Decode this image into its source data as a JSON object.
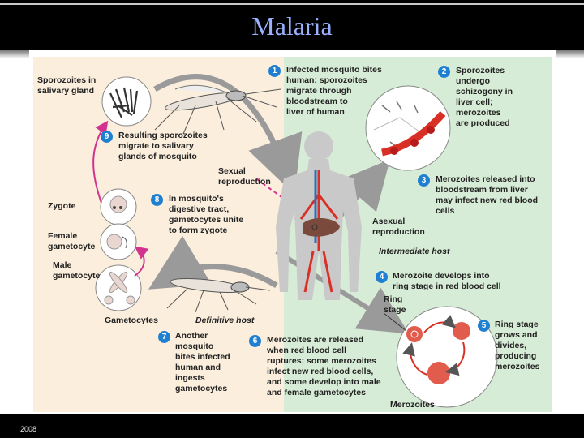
{
  "slide": {
    "title": "Malaria",
    "footer_year": "2008"
  },
  "colors": {
    "title_text": "#9ab0ff",
    "left_bg": "#fbeedd",
    "right_bg": "#d7ecd6",
    "step_badge": "#1f7fd0",
    "arrow_pink": "#d2338f",
    "arrow_gray": "#9a9a9a",
    "blood_red": "#d93025"
  },
  "labels": {
    "sporozoites_gland": "Sporozoites in\nsalivary gland",
    "zygote": "Zygote",
    "female_gametocyte": "Female\ngametocyte",
    "male_gametocyte": "Male\ngametocyte",
    "gametocytes": "Gametocytes",
    "sexual_reproduction": "Sexual\nreproduction",
    "definitive_host": "Definitive host",
    "asexual_reproduction": "Asexual\nreproduction",
    "intermediate_host": "Intermediate host",
    "ring_stage": "Ring\nstage",
    "merozoites": "Merozoites"
  },
  "steps": [
    {
      "number": "1",
      "text": "Infected mosquito bites\nhuman; sporozoites\nmigrate through\nbloodstream to\nliver of human"
    },
    {
      "number": "2",
      "text": "Sporozoites\nundergo\nschizogony in\nliver cell;\nmerozoites\nare produced"
    },
    {
      "number": "3",
      "text": "Merozoites released into\nbloodstream from liver\nmay infect new red blood\ncells"
    },
    {
      "number": "4",
      "text": "Merozoite develops into\nring stage in red blood cell"
    },
    {
      "number": "5",
      "text": "Ring stage\ngrows and\ndivides,\nproducing\nmerozoites"
    },
    {
      "number": "6",
      "text": "Merozoites are released\nwhen red blood cell\nruptures; some merozoites\ninfect new red blood cells,\nand some develop into male\nand female gametocytes"
    },
    {
      "number": "7",
      "text": "Another\nmosquito\nbites infected\nhuman and\ningests\ngametocytes"
    },
    {
      "number": "8",
      "text": "In mosquito's\ndigestive tract,\ngametocytes unite\nto form zygote"
    },
    {
      "number": "9",
      "text": "Resulting sporozoites\nmigrate to salivary\nglands of mosquito"
    }
  ]
}
